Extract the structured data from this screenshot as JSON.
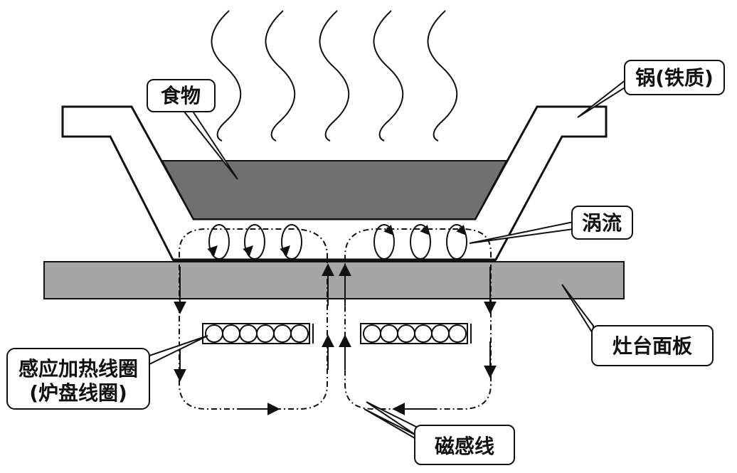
{
  "diagram": {
    "labels": {
      "food": "食物",
      "pot": "锅(铁质)",
      "eddy_current": "涡流",
      "cooktop_panel": "灶台面板",
      "coil_line1": "感应加热线圈",
      "coil_line2": "(炉盘线圈)",
      "flux_lines": "磁感线"
    },
    "colors": {
      "outline": "#111111",
      "food_fill": "#707070",
      "panel_fill": "#a6a6a6",
      "background": "#ffffff"
    }
  }
}
